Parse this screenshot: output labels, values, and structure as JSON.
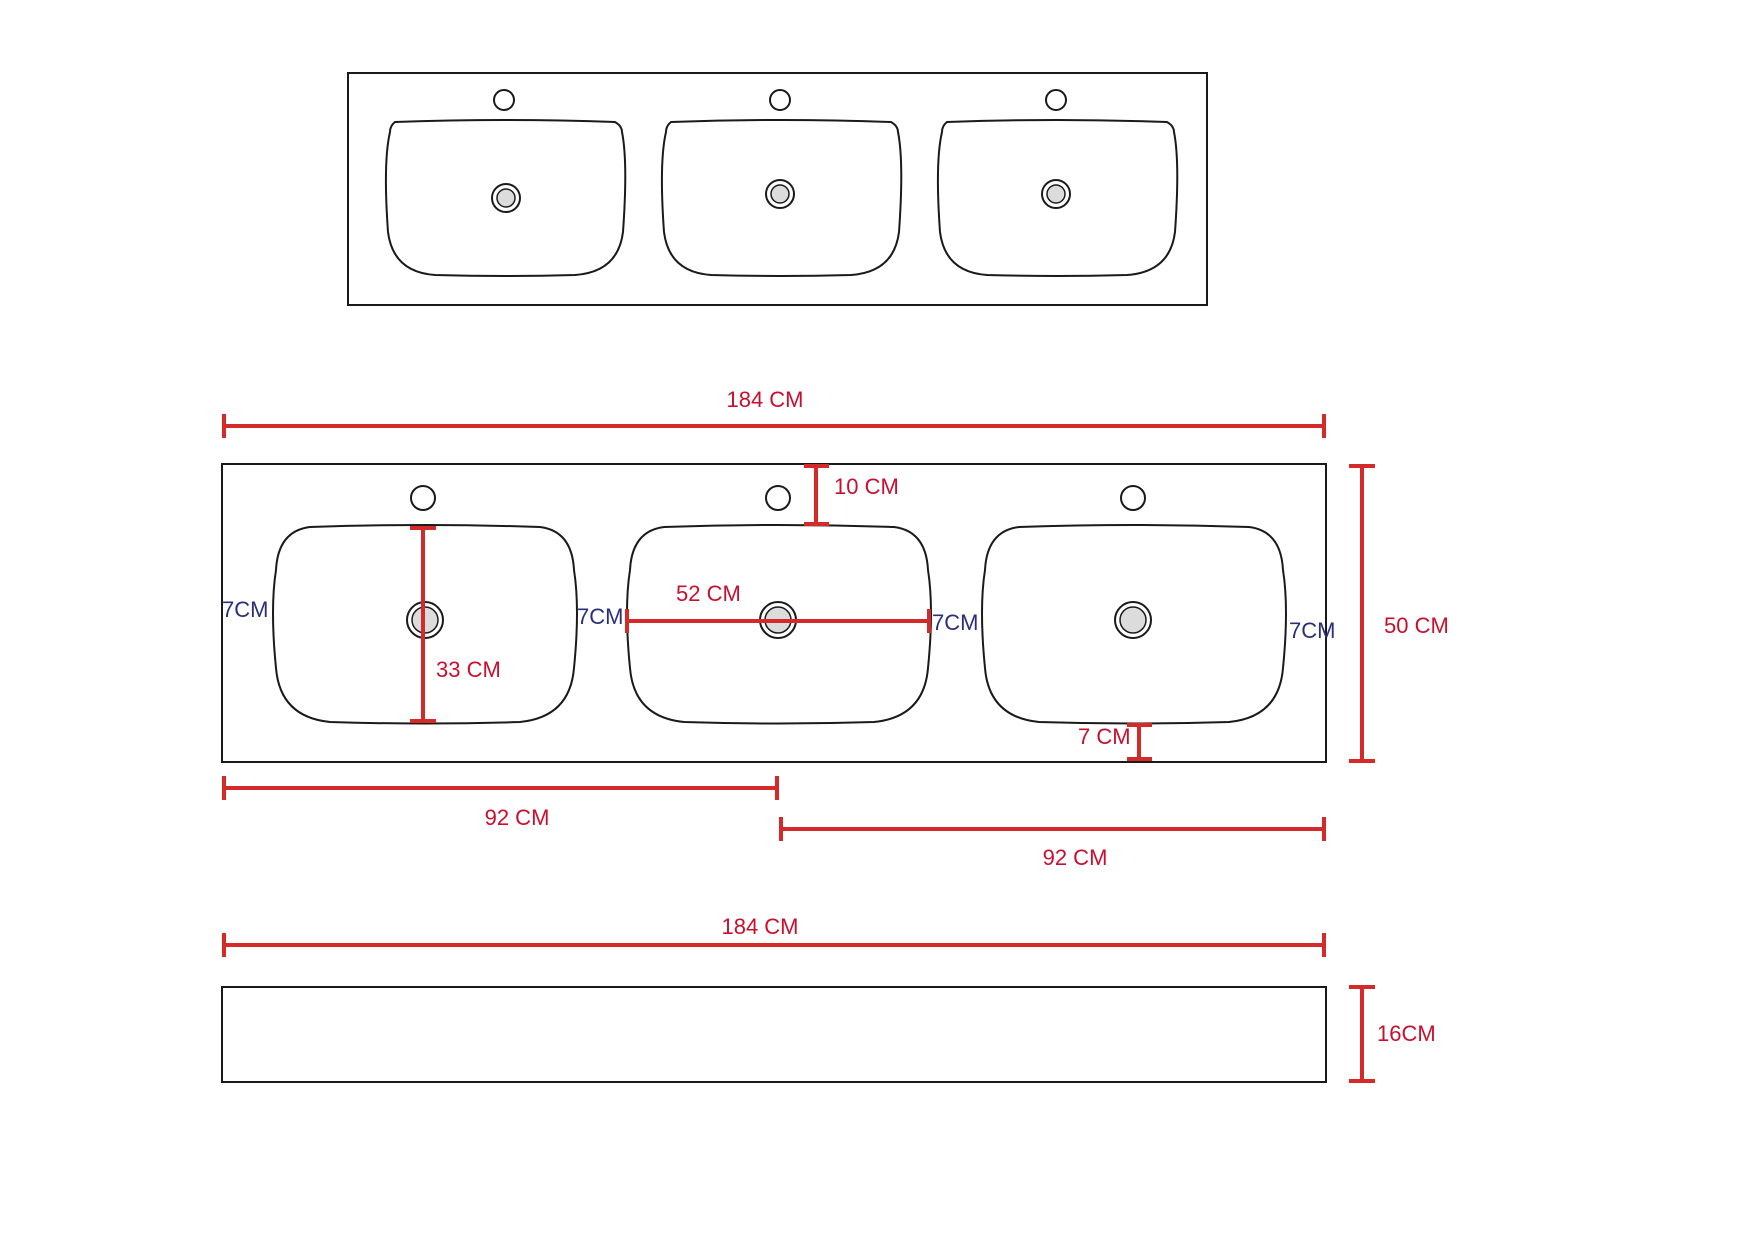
{
  "colors": {
    "dimension_line": "#d42a2a",
    "dimension_text": "#c8102e",
    "spacing_text": "#2b2f7a",
    "outline": "#1a1a1a",
    "drain_fill": "#dcdcdc"
  },
  "top_view": {
    "basin_count": 3
  },
  "front_view": {
    "basin_count": 3,
    "labels": {
      "total_width": "184 CM",
      "depth": "50 CM",
      "tap_to_edge": "10 CM",
      "basin_width": "52 CM",
      "basin_depth": "33 CM",
      "basin_to_front": "7 CM",
      "left_half": "92 CM",
      "right_half": "92 CM",
      "spacing_1": "7CM",
      "spacing_2": "7CM",
      "spacing_3": "7CM",
      "spacing_4": "7CM"
    }
  },
  "side_view": {
    "labels": {
      "total_width": "184 CM",
      "height": "16CM"
    }
  }
}
